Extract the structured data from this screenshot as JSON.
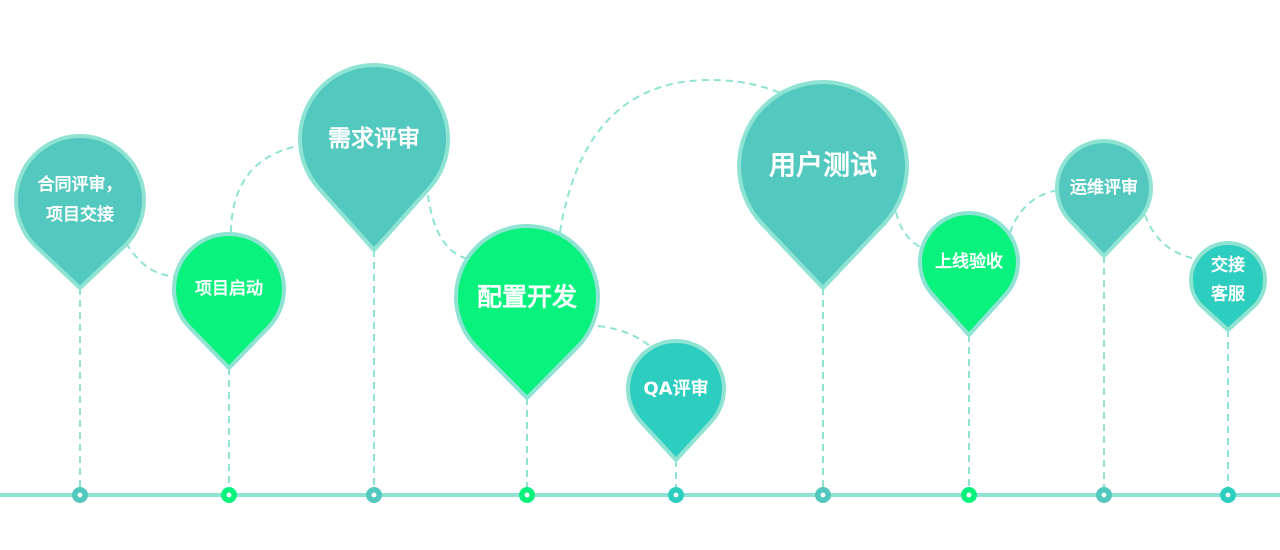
{
  "colors": {
    "teal": "#52C8BE",
    "green": "#0AF27E",
    "cyan": "#2DCDC0",
    "border": "#8EE3D3",
    "line": "#8EE3D3",
    "connector": "#8EE3D3",
    "white": "#FFFFFF"
  },
  "stages": [
    {
      "lines": [
        "合同评审，",
        "项目交接"
      ],
      "color": "teal"
    },
    {
      "lines": [
        "项目启动"
      ],
      "color": "green"
    },
    {
      "lines": [
        "需求评审"
      ],
      "color": "teal"
    },
    {
      "lines": [
        "配置开发"
      ],
      "color": "green"
    },
    {
      "lines": [
        "QA评审"
      ],
      "color": "cyan"
    },
    {
      "lines": [
        "用户测试"
      ],
      "color": "teal"
    },
    {
      "lines": [
        "上线验收"
      ],
      "color": "green"
    },
    {
      "lines": [
        "运维评审"
      ],
      "color": "teal"
    },
    {
      "lines": [
        "交接",
        "客服"
      ],
      "color": "cyan"
    }
  ]
}
